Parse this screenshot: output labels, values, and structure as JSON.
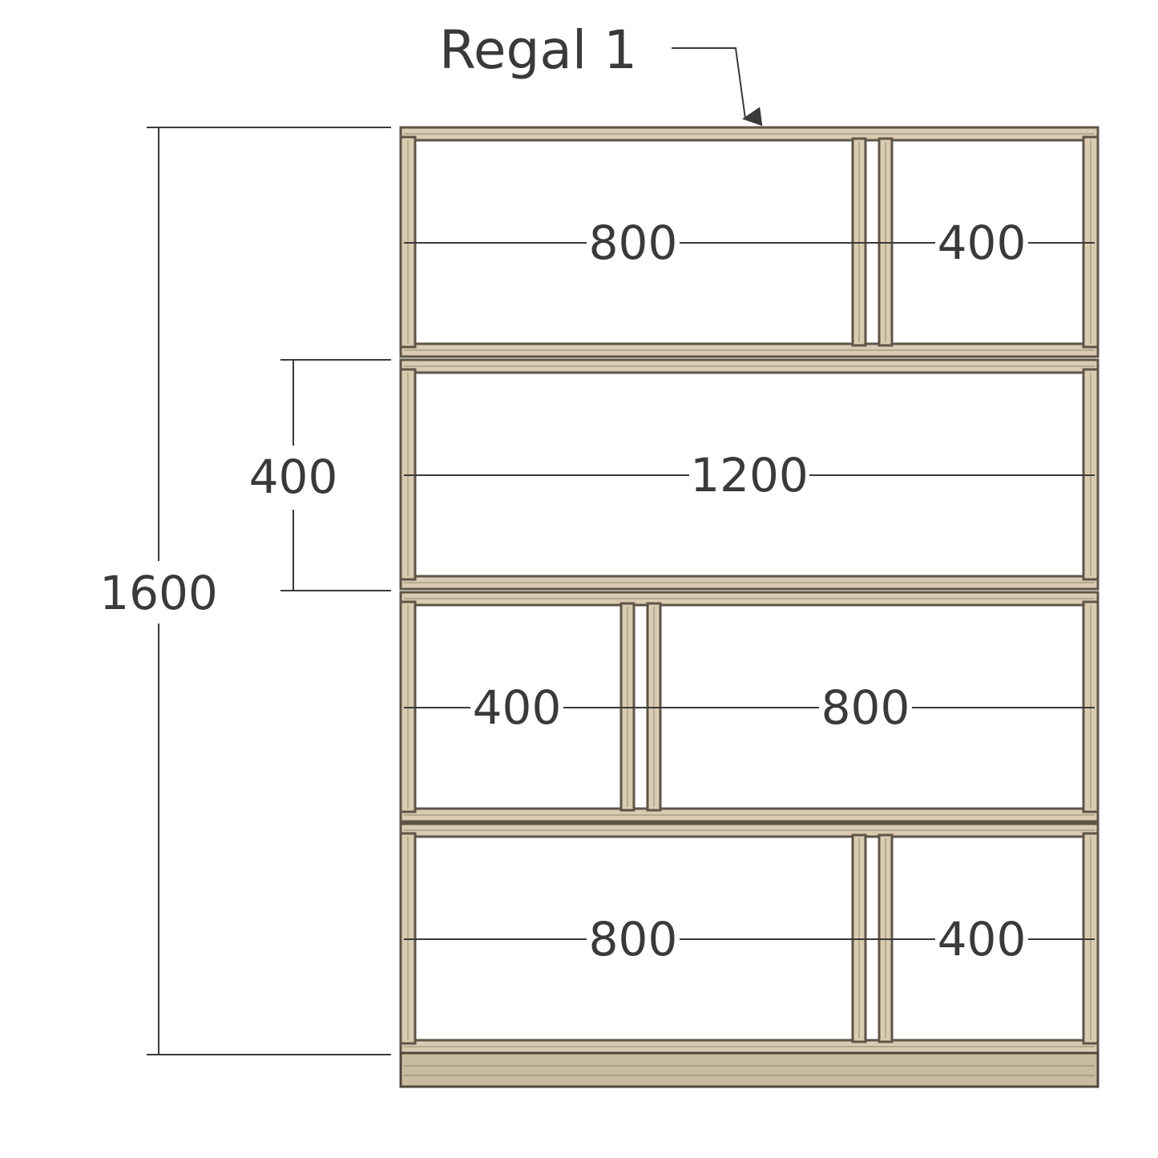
{
  "title": "Regal 1",
  "dimensions": {
    "total_height": "1600",
    "row_height": "400"
  },
  "rows": [
    {
      "cells": [
        "800",
        "400"
      ]
    },
    {
      "cells": [
        "1200"
      ]
    },
    {
      "cells": [
        "400",
        "800"
      ]
    },
    {
      "cells": [
        "800",
        "400"
      ]
    }
  ],
  "colors": {
    "wood": "#d9ccb2",
    "wood_edge": "#5e5547",
    "line": "#3a3a3a"
  }
}
